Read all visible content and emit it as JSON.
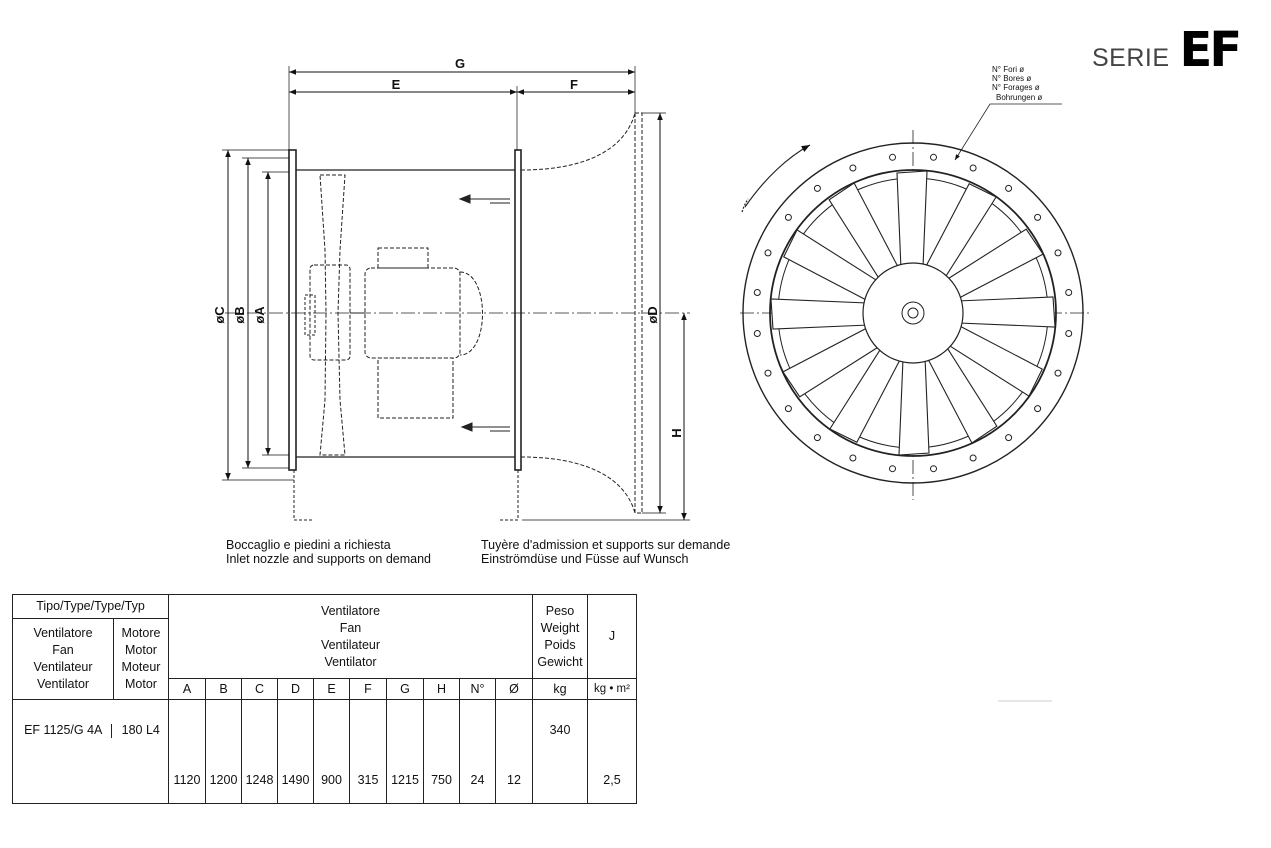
{
  "header": {
    "serie_label": "SERIE",
    "serie_code": "EF"
  },
  "drawing": {
    "dimension_labels": {
      "A": "øA",
      "B": "øB",
      "C": "øC",
      "D": "øD",
      "E": "E",
      "F": "F",
      "G": "G",
      "H": "H"
    },
    "holes_legend": [
      "N° Fori ø",
      "N° Bores ø",
      "N° Forages ø",
      "Bohrungen ø"
    ]
  },
  "notes": {
    "left": [
      "Boccaglio e piedini a richiesta",
      "Inlet nozzle and supports on demand"
    ],
    "right": [
      "Tuyère d'admission et supports sur demande",
      "Einströmdüse und Füsse auf Wunsch"
    ]
  },
  "table": {
    "type_header": "Tipo/Type/Type/Typ",
    "fan_col_header": [
      "Ventilatore",
      "Fan",
      "Ventilateur",
      "Ventilator"
    ],
    "motor_col_header": [
      "Motore",
      "Motor",
      "Moteur",
      "Motor"
    ],
    "fan_group_header": [
      "Ventilatore",
      "Fan",
      "Ventilateur",
      "Ventilator"
    ],
    "weight_header": [
      "Peso",
      "Weight",
      "Poids",
      "Gewicht"
    ],
    "j_header": "J",
    "dim_columns": [
      "A",
      "B",
      "C",
      "D",
      "E",
      "F",
      "G",
      "H",
      "N°",
      "Ø"
    ],
    "weight_unit": "kg",
    "j_unit": "kg • m²",
    "rows": [
      {
        "fan": "EF 1125/G 4A",
        "motor": "180 L4",
        "dims": [
          "1120",
          "1200",
          "1248",
          "1490",
          "900",
          "315",
          "1215",
          "750",
          "24",
          "12"
        ],
        "weight": "340",
        "j": "2,5"
      }
    ]
  }
}
